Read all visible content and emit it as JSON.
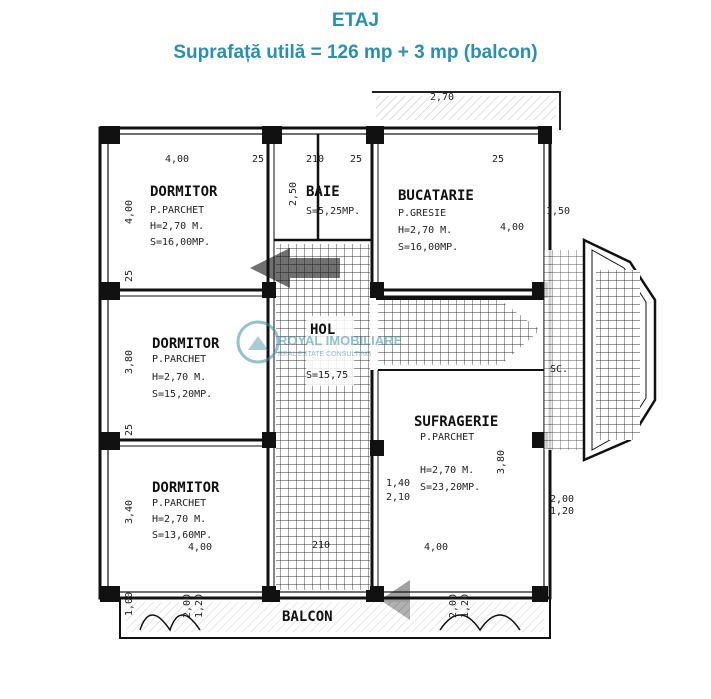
{
  "header": {
    "title": "ETAJ",
    "subtitle": "Suprafață utilă = 126 mp + 3 mp (balcon)"
  },
  "colors": {
    "header_text": "#2b8fb0",
    "wall": "#111111",
    "grid": "#333333",
    "watermark": "#3b8ea5"
  },
  "rooms": {
    "dormitor1": {
      "name": "DORMITOR",
      "floor": "P.PARCHET",
      "height": "H=2,70 M.",
      "area": "S=16,00MP."
    },
    "baie": {
      "name": "BAIE",
      "area": "S=5,25MP."
    },
    "bucatarie": {
      "name": "BUCATARIE",
      "floor": "P.GRESIE",
      "height": "H=2,70 M.",
      "area": "S=16,00MP."
    },
    "dormitor2": {
      "name": "DORMITOR",
      "floor": "P.PARCHET",
      "height": "H=2,70 M.",
      "area": "S=15,20MP."
    },
    "hol": {
      "name": "HOL",
      "area": "S=15,75"
    },
    "sufragerie": {
      "name": "SUFRAGERIE",
      "floor": "P.PARCHET",
      "height": "H=2,70 M.",
      "area": "S=23,20MP."
    },
    "dormitor3": {
      "name": "DORMITOR",
      "floor": "P.PARCHET",
      "height": "H=2,70 M.",
      "area": "S=13,60MP."
    },
    "balcon": {
      "name": "BALCON"
    },
    "sc": {
      "name": "SC."
    }
  },
  "dimensions": {
    "d400_top": "4,00",
    "d25_a": "25",
    "d210_a": "210",
    "d25_b": "25",
    "d400_left1": "4,00",
    "d25_left1": "25",
    "d380_left": "3,80",
    "d25_left2": "25",
    "d340_left": "3,40",
    "d100_left": "1,00",
    "d400_bottom": "4,00",
    "d400_right_bottom": "4,00",
    "d210_b": "210",
    "d25_c": "25",
    "d250_baie": "2,50",
    "d400_buc": "4,00",
    "d150_right": "1,50",
    "d380_right": "3,80",
    "d200_right": "2,00",
    "d120_right": "1,20",
    "d200_balc1": "2,00",
    "d120_balc1": "1,20",
    "d200_balc2": "2,00",
    "d120_balc2": "1,20",
    "d140": "1,40",
    "d210_c": "2,10",
    "d2_70_top": "2,70"
  },
  "watermark": {
    "brand": "ROYAL IMOBILIARE",
    "tagline": "REAL ESTATE CONSULTING"
  }
}
